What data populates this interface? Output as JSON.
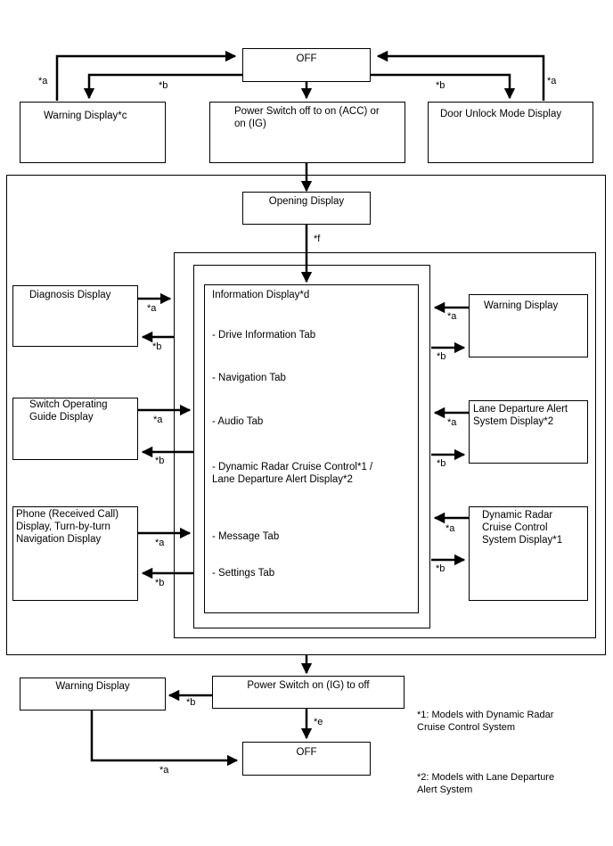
{
  "top": {
    "off": "OFF",
    "warning_display": "Warning Display*c",
    "power_switch_on": "Power Switch off to on (ACC) or\non (IG)",
    "door_unlock": "Door Unlock Mode Display"
  },
  "opening_display": "Opening Display",
  "left": {
    "diagnosis": "Diagnosis Display",
    "switch_guide": "Switch Operating\nGuide Display",
    "phone": "Phone (Received Call)\nDisplay, Turn-by-turn\nNavigation Display"
  },
  "info": {
    "title": "Information Display*d",
    "tabs": [
      "- Drive Information Tab",
      "- Navigation Tab",
      "- Audio Tab",
      "- Dynamic Radar Cruise Control*1 /\nLane Departure Alert Display*2",
      "- Message Tab",
      "- Settings Tab"
    ]
  },
  "right": {
    "warning": "Warning Display",
    "lane_departure": "Lane Departure Alert\nSystem Display*2",
    "radar_cruise": "Dynamic Radar\nCruise Control\nSystem Display*1"
  },
  "bottom": {
    "warning": "Warning Display",
    "power_switch_off": "Power Switch on (IG) to off",
    "off": "OFF"
  },
  "tags": {
    "a": "*a",
    "b": "*b",
    "e": "*e",
    "f": "*f"
  },
  "notes": {
    "note1": "*1: Models with Dynamic Radar\nCruise Control System",
    "note2": "*2: Models with Lane Departure\nAlert System"
  }
}
